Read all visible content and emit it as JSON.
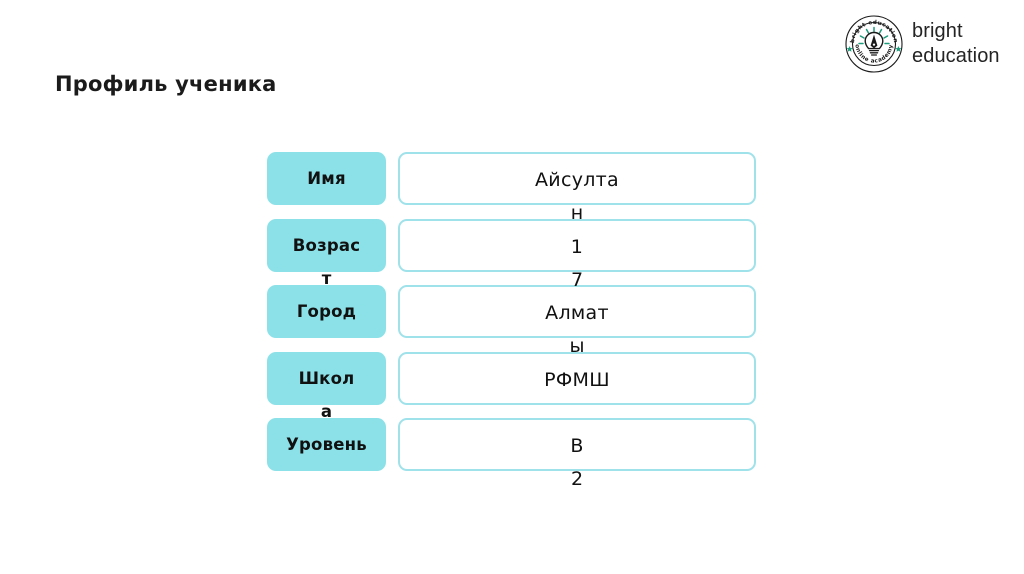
{
  "brand": {
    "logo_icon": "bright-education-circular-badge-lightbulb",
    "mark_top_arc_text": "bright education",
    "mark_bottom_arc_text": "online academy",
    "wordmark_line1": "bright",
    "wordmark_line2": "education",
    "accent_color": "#1F9C7C",
    "mark_ink_color": "#1A1A1A"
  },
  "slide": {
    "title": "Профиль ученика",
    "accent_fill": "#8CE1E8",
    "accent_border": "#9FE2EA",
    "background": "#FFFFFF"
  },
  "profile": {
    "rows": [
      {
        "label": "Имя",
        "label_visible": "Имя",
        "label_tail": "",
        "value": "Айсултан",
        "value_visible": "Айсулта",
        "value_tail": "н"
      },
      {
        "label": "Возраст",
        "label_visible": "Возрас",
        "label_tail": "т",
        "value": "17",
        "value_visible": "1",
        "value_tail": "7"
      },
      {
        "label": "Город",
        "label_visible": "Город",
        "label_tail": "",
        "value": "Алматы",
        "value_visible": "Алмат",
        "value_tail": "ы"
      },
      {
        "label": "Школа",
        "label_visible": "Школ",
        "label_tail": "а",
        "value": "РФМШ",
        "value_visible": "РФМШ",
        "value_tail": ""
      },
      {
        "label": "Уровень",
        "label_visible": "Уровень",
        "label_tail": "",
        "value": "B2",
        "value_visible": "B",
        "value_tail": "2"
      }
    ]
  }
}
